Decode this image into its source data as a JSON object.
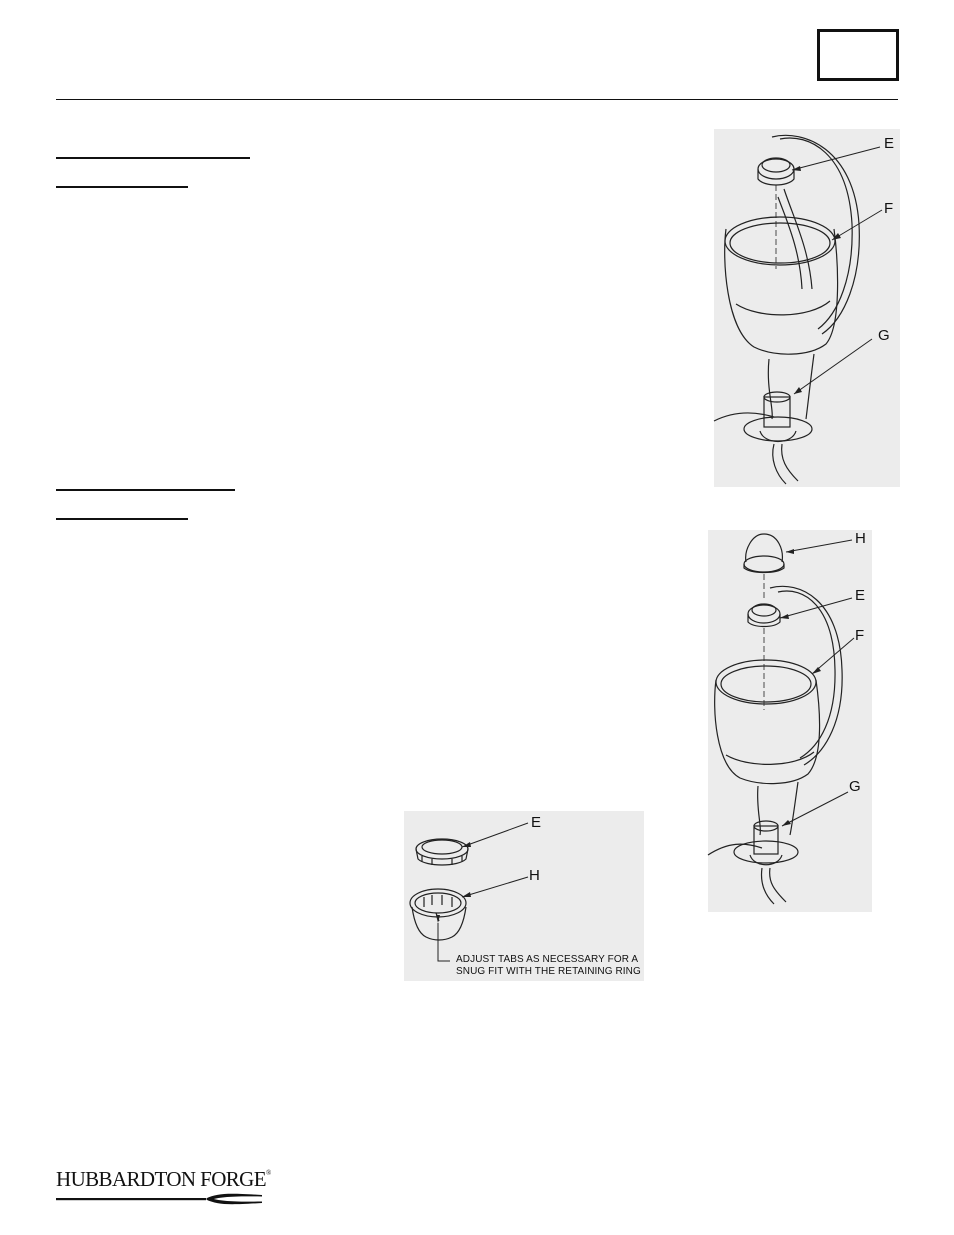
{
  "header": {
    "page_box_label": ""
  },
  "section1": {
    "figure": {
      "callouts": {
        "E": "E",
        "F": "F",
        "G": "G"
      }
    }
  },
  "section2": {
    "figure": {
      "callouts": {
        "H": "H",
        "E": "E",
        "F": "F",
        "G": "G"
      }
    }
  },
  "detail": {
    "callouts": {
      "E": "E",
      "H": "H"
    },
    "note_line1": "ADJUST TABS AS NECESSARY FOR A",
    "note_line2": "SNUG FIT WITH THE RETAINING RING"
  },
  "footer": {
    "brand": "HUBBARDTON FORGE",
    "trademark": "®"
  },
  "colors": {
    "panel": "#ececec",
    "ink": "#111111"
  }
}
